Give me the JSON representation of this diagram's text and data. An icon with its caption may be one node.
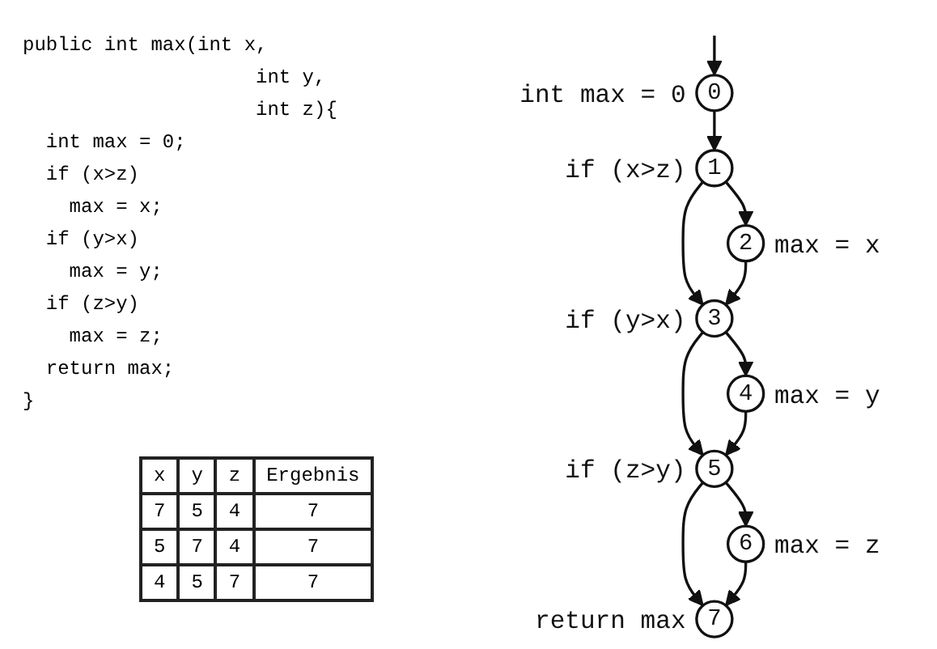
{
  "diagram": {
    "nodes": [
      {
        "text": [
          "0"
        ],
        "beside": [
          "int max = 0"
        ]
      },
      {
        "text": [
          "1"
        ],
        "beside": [
          "if (x>z)"
        ]
      },
      {
        "text": [
          "2"
        ],
        "beside": [
          "max = x"
        ]
      },
      {
        "text": [
          "3"
        ],
        "beside": [
          "if (y>x)"
        ]
      },
      {
        "text": [
          "4"
        ],
        "beside": [
          "max = y"
        ]
      },
      {
        "text": [
          "5"
        ],
        "beside": [
          "if (z>y)"
        ]
      },
      {
        "text": [
          "6"
        ],
        "beside": [
          "max = z"
        ]
      },
      {
        "text": [
          "7"
        ],
        "beside": [
          "return max"
        ]
      }
    ],
    "edges": [
      {
        "from": null,
        "to": 0,
        "arrow": "to"
      },
      {
        "from": 0,
        "to": 1,
        "arrow": "to"
      },
      {
        "from": 1,
        "to": 2,
        "arrow": "to"
      },
      {
        "from": 1,
        "to": 3,
        "arrow": "to"
      },
      {
        "from": 2,
        "to": 3,
        "arrow": "to"
      },
      {
        "from": 3,
        "to": 4,
        "arrow": "to"
      },
      {
        "from": 3,
        "to": 5,
        "arrow": "to"
      },
      {
        "from": 4,
        "to": 5,
        "arrow": "to"
      },
      {
        "from": 5,
        "to": 6,
        "arrow": "to"
      },
      {
        "from": 5,
        "to": 7,
        "arrow": "to"
      },
      {
        "from": 6,
        "to": 7,
        "arrow": "to"
      }
    ],
    "labels": [
      "public int max(int x,",
      "int y,",
      "int z){",
      "int max = 0;",
      "if (x>z)",
      "max = x;",
      "if (y>x)",
      "max = y;",
      "if (z>y)",
      "max = z;",
      "return max;",
      "}",
      "x",
      "y",
      "z",
      "Ergebnis",
      "7",
      "5",
      "4",
      "7",
      "5",
      "7",
      "4",
      "7",
      "4",
      "5",
      "7",
      "7"
    ]
  }
}
